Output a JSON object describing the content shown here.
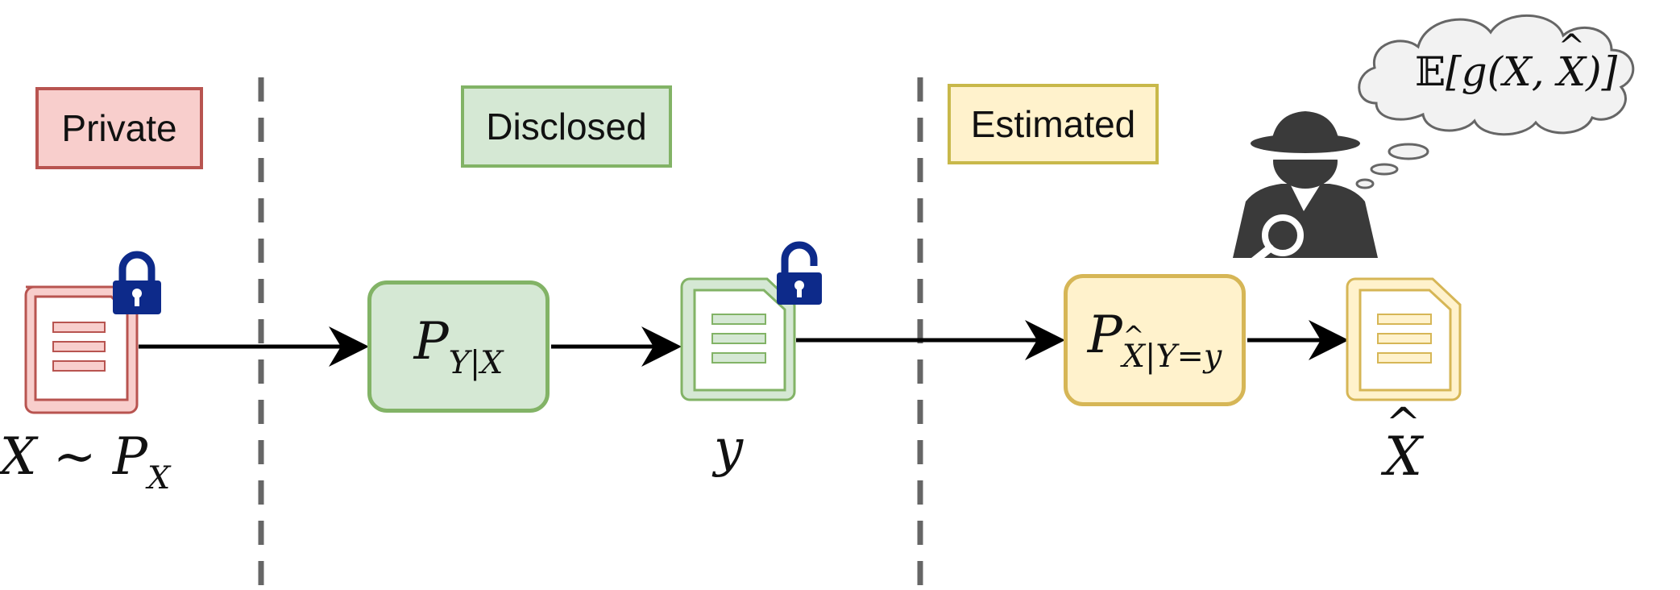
{
  "zones": {
    "private": {
      "label": "Private"
    },
    "disclosed": {
      "label": "Disclosed"
    },
    "estimated": {
      "label": "Estimated"
    }
  },
  "nodes": {
    "source": {
      "var_main": "X",
      "var_sep": "∼",
      "var_p": "P",
      "var_sub": "X"
    },
    "mechanism": {
      "main": "P",
      "sub": "Y|X"
    },
    "disclosed": {
      "var": "y"
    },
    "estimator": {
      "main": "P",
      "sub_pre": "X",
      "sub_post": "|Y=y"
    },
    "estimate": {
      "var": "X"
    }
  },
  "adversary": {
    "icon": "spy-icon",
    "thought": {
      "bb": "𝔼",
      "open": "[g(X, ",
      "hatvar": "X",
      "close": ")]"
    }
  },
  "colors": {
    "private_fill": "#f8cecc",
    "private_stroke": "#b85450",
    "disclosed_fill": "#d5e8d4",
    "disclosed_stroke": "#82b366",
    "estimated_fill": "#fff2cc",
    "estimated_stroke": "#d6b656",
    "lock": "#0d2a8a",
    "spy": "#3a3a3a"
  }
}
